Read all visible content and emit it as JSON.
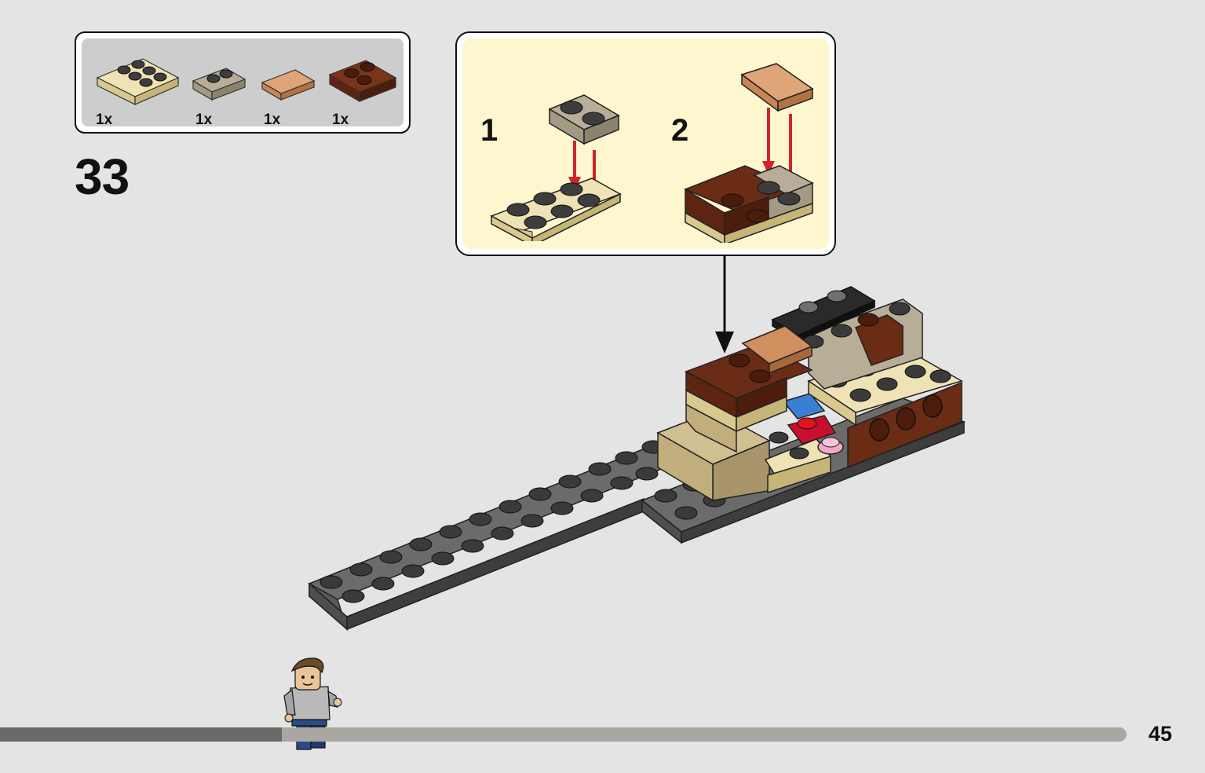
{
  "parts_list": {
    "items": [
      {
        "name": "tan-plate-2x3",
        "quantity": "1x",
        "color": "#e4d6a4"
      },
      {
        "name": "dark-tan-plate-1x2",
        "quantity": "1x",
        "color": "#a39a85"
      },
      {
        "name": "medium-nougat-tile-1x2",
        "quantity": "1x",
        "color": "#cf8f5e"
      },
      {
        "name": "reddish-brown-plate-2x2",
        "quantity": "1x",
        "color": "#6a2c14"
      }
    ]
  },
  "step": {
    "number": "33"
  },
  "sub_assembly": {
    "steps": [
      {
        "number": "1"
      },
      {
        "number": "2"
      }
    ],
    "background": "#fdf6cf",
    "arrow_color": "#d2232a"
  },
  "footer": {
    "page_number": "45",
    "progress": 0.25
  }
}
